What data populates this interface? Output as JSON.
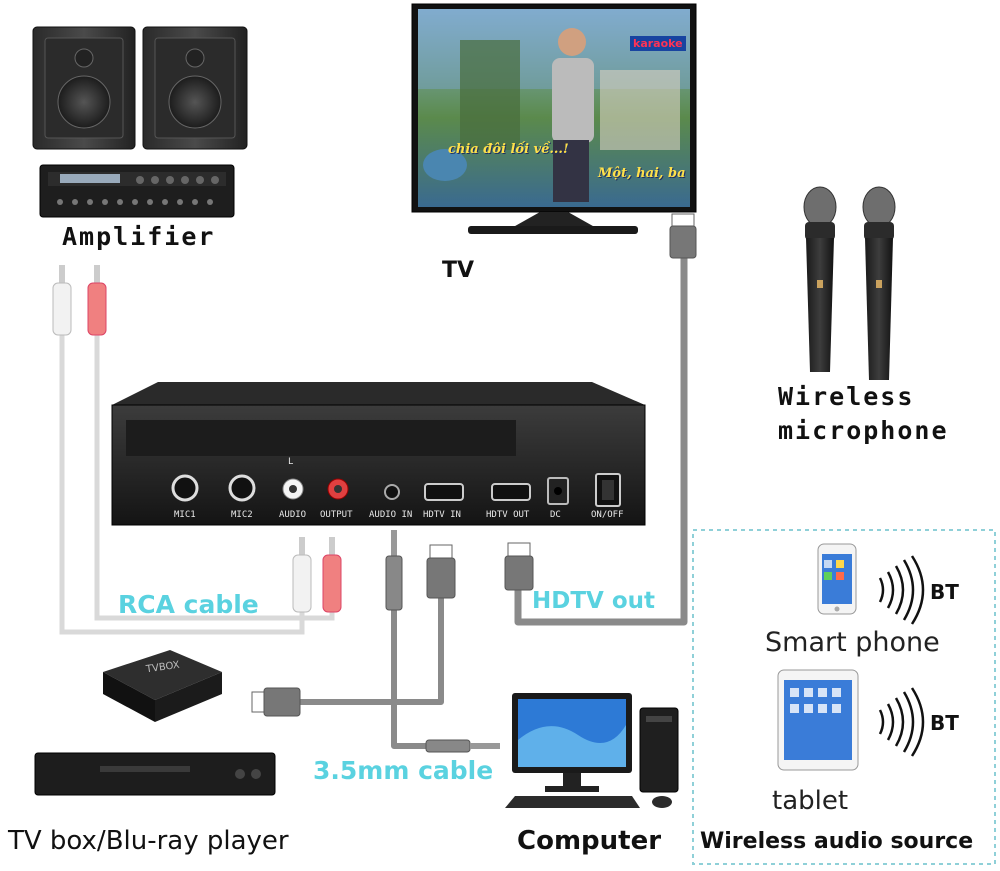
{
  "labels": {
    "amplifier": "Amplifier",
    "tv": "TV",
    "wireless_mic_line1": "Wireless",
    "wireless_mic_line2": "microphone",
    "rca_cable": "RCA cable",
    "hdtv_out": "HDTV out",
    "cable_35mm": "3.5mm cable",
    "smart_phone": "Smart phone",
    "tablet": "tablet",
    "tv_box_bluray": "TV box/Blu-ray player",
    "computer": "Computer",
    "wireless_audio_source": "Wireless audio source",
    "bt": "BT"
  },
  "device_ports": [
    "MIC1",
    "MIC2",
    "AUDIO",
    "OUTPUT",
    "AUDIO IN",
    "HDTV IN",
    "HDTV OUT",
    "DC",
    "ON/OFF"
  ],
  "device_audio_marker": "L",
  "tv_screen": {
    "lyric_left": "chia đôi lối về...!",
    "lyric_right": "Một, hai, ba",
    "channel_logo": "karaoke"
  },
  "tvbox_label": "TVBOX",
  "colors": {
    "label_cyan": "#5ad2e0",
    "cable_gray": "#8a8a8a",
    "rca_white_cable": "#d9d9d9",
    "rca_red_plug": "#f08080",
    "dashed_box": "#8fd0d8"
  }
}
